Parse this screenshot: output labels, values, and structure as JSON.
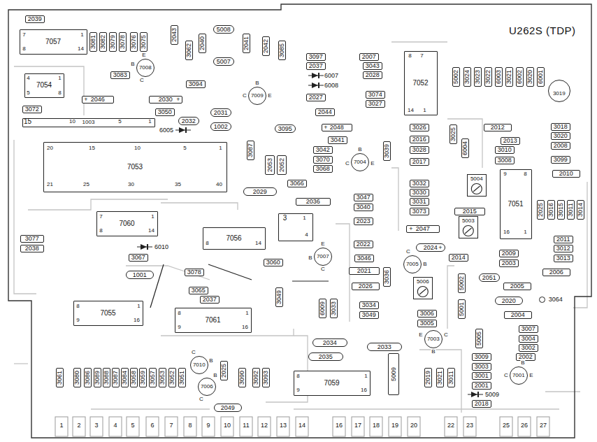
{
  "diagram": {
    "title": "U262S (TDP)",
    "nodes": [
      {
        "text": [
          "2039"
        ]
      },
      {
        "text": [
          "7057",
          "7",
          "1",
          "8",
          "14"
        ]
      },
      {
        "text": [
          "3081"
        ]
      },
      {
        "text": [
          "3082"
        ]
      },
      {
        "text": [
          "3079"
        ]
      },
      {
        "text": [
          "3078"
        ]
      },
      {
        "text": [
          "3076"
        ]
      },
      {
        "text": [
          "3075"
        ]
      },
      {
        "text": [
          "2043"
        ]
      },
      {
        "text": [
          "7008",
          "E",
          "B",
          "C"
        ]
      },
      {
        "text": [
          "3062"
        ]
      },
      {
        "text": [
          "2040"
        ]
      },
      {
        "text": [
          "5008"
        ]
      },
      {
        "text": [
          "5007"
        ]
      },
      {
        "text": [
          "2041"
        ]
      },
      {
        "text": [
          "2042"
        ]
      },
      {
        "text": [
          "3085"
        ]
      },
      {
        "text": [
          "7054",
          "4",
          "1",
          "5",
          "8"
        ]
      },
      {
        "text": [
          "3083"
        ]
      },
      {
        "text": [
          "3094"
        ]
      },
      {
        "text": [
          "2046",
          "+"
        ]
      },
      {
        "text": [
          "2030",
          "+"
        ]
      },
      {
        "text": [
          "7009",
          "B",
          "C",
          "E"
        ]
      },
      {
        "text": [
          "3072"
        ]
      },
      {
        "text": [
          "3050"
        ]
      },
      {
        "text": [
          "2031"
        ]
      },
      {
        "text": [
          "3097"
        ]
      },
      {
        "text": [
          "2037"
        ]
      },
      {
        "text": [
          "6007"
        ]
      },
      {
        "text": [
          "6008"
        ]
      },
      {
        "text": [
          "2027"
        ]
      },
      {
        "text": [
          "2007"
        ]
      },
      {
        "text": [
          "3043"
        ]
      },
      {
        "text": [
          "2028"
        ]
      },
      {
        "text": [
          "3074"
        ]
      },
      {
        "text": [
          "3027"
        ]
      },
      {
        "text": [
          "7052",
          "8",
          "7",
          "14",
          "1"
        ]
      },
      {
        "text": [
          "5002"
        ]
      },
      {
        "text": [
          "3024"
        ]
      },
      {
        "text": [
          "3023"
        ]
      },
      {
        "text": [
          "3022"
        ]
      },
      {
        "text": [
          "6003"
        ]
      },
      {
        "text": [
          "3021"
        ]
      },
      {
        "text": [
          "6002"
        ]
      },
      {
        "text": [
          "3020"
        ]
      },
      {
        "text": [
          "6001"
        ]
      },
      {
        "text": [
          "3019"
        ]
      },
      {
        "text": [
          "15",
          "10",
          "1003",
          "5",
          "1"
        ]
      },
      {
        "text": [
          "6005"
        ]
      },
      {
        "text": [
          "2032"
        ]
      },
      {
        "text": [
          "1002"
        ]
      },
      {
        "text": [
          "3095"
        ]
      },
      {
        "text": [
          "2044"
        ]
      },
      {
        "text": [
          "2048",
          "+"
        ]
      },
      {
        "text": [
          "3026"
        ]
      },
      {
        "text": [
          "2016"
        ]
      },
      {
        "text": [
          "3028"
        ]
      },
      {
        "text": [
          "2017"
        ]
      },
      {
        "text": [
          "3025"
        ]
      },
      {
        "text": [
          "6004"
        ]
      },
      {
        "text": [
          "2012"
        ]
      },
      {
        "text": [
          "2013"
        ]
      },
      {
        "text": [
          "3010"
        ]
      },
      {
        "text": [
          "3008"
        ]
      },
      {
        "text": [
          "3018"
        ]
      },
      {
        "text": [
          "3020"
        ]
      },
      {
        "text": [
          "2008"
        ]
      },
      {
        "text": [
          "3099"
        ]
      },
      {
        "text": [
          "7053",
          "20",
          "15",
          "10",
          "5",
          "1",
          "21",
          "25",
          "30",
          "35",
          "40"
        ]
      },
      {
        "text": [
          "3087"
        ]
      },
      {
        "text": [
          "2053"
        ]
      },
      {
        "text": [
          "2052"
        ]
      },
      {
        "text": [
          "3041"
        ]
      },
      {
        "text": [
          "3042"
        ]
      },
      {
        "text": [
          "3070"
        ]
      },
      {
        "text": [
          "3068"
        ]
      },
      {
        "text": [
          "7004",
          "B",
          "C",
          "E"
        ]
      },
      {
        "text": [
          "3039"
        ]
      },
      {
        "text": [
          "3066"
        ]
      },
      {
        "text": [
          "2029"
        ]
      },
      {
        "text": [
          "2036"
        ]
      },
      {
        "text": [
          "3047"
        ]
      },
      {
        "text": [
          "3040"
        ]
      },
      {
        "text": [
          "3032"
        ]
      },
      {
        "text": [
          "3030"
        ]
      },
      {
        "text": [
          "3031"
        ]
      },
      {
        "text": [
          "3073"
        ]
      },
      {
        "text": [
          "5004"
        ]
      },
      {
        "text": [
          "7051",
          "9",
          "8",
          "16",
          "1"
        ]
      },
      {
        "text": [
          "2010"
        ]
      },
      {
        "text": [
          "2025"
        ]
      },
      {
        "text": [
          "3016"
        ]
      },
      {
        "text": [
          "3015"
        ]
      },
      {
        "text": [
          "3011"
        ]
      },
      {
        "text": [
          "3014"
        ]
      },
      {
        "text": [
          "2015"
        ]
      },
      {
        "text": [
          "7060",
          "7",
          "1",
          "8",
          "14"
        ]
      },
      {
        "text": [
          "3077"
        ]
      },
      {
        "text": [
          "2038"
        ]
      },
      {
        "text": [
          "7056",
          "8",
          "14"
        ]
      },
      {
        "text": [
          "3",
          "1",
          "4"
        ]
      },
      {
        "text": [
          "2023"
        ]
      },
      {
        "text": [
          "2047",
          "+"
        ]
      },
      {
        "text": [
          "5003"
        ]
      },
      {
        "text": [
          "2022"
        ]
      },
      {
        "text": [
          "2024",
          "+"
        ]
      },
      {
        "text": [
          "2014"
        ]
      },
      {
        "text": [
          "2009"
        ]
      },
      {
        "text": [
          "2003"
        ]
      },
      {
        "text": [
          "2011"
        ]
      },
      {
        "text": [
          "3012"
        ]
      },
      {
        "text": [
          "3013"
        ]
      },
      {
        "text": [
          "2006"
        ]
      },
      {
        "text": [
          "6010"
        ]
      },
      {
        "text": [
          "3067"
        ]
      },
      {
        "text": [
          "7007",
          "E",
          "B",
          "C"
        ]
      },
      {
        "text": [
          "3060"
        ]
      },
      {
        "text": [
          "1001"
        ]
      },
      {
        "text": [
          "3078"
        ]
      },
      {
        "text": [
          "3046"
        ]
      },
      {
        "text": [
          "2021"
        ]
      },
      {
        "text": [
          "2026"
        ]
      },
      {
        "text": [
          "3036"
        ]
      },
      {
        "text": [
          "7005",
          "C",
          "B"
        ]
      },
      {
        "text": [
          "2051"
        ]
      },
      {
        "text": [
          "2005"
        ]
      },
      {
        "text": [
          "5006"
        ]
      },
      {
        "text": [
          "5002"
        ]
      },
      {
        "text": [
          "5001"
        ]
      },
      {
        "text": [
          "2020"
        ]
      },
      {
        "text": [
          "3064"
        ]
      },
      {
        "text": [
          "2004"
        ]
      },
      {
        "text": [
          "3065"
        ]
      },
      {
        "text": [
          "2037"
        ]
      },
      {
        "text": [
          "3049"
        ]
      },
      {
        "text": [
          "7055",
          "8",
          "1",
          "9",
          "16"
        ]
      },
      {
        "text": [
          "7061",
          "8",
          "1",
          "9",
          "16"
        ]
      },
      {
        "text": [
          "6009"
        ]
      },
      {
        "text": [
          "3033"
        ]
      },
      {
        "text": [
          "3034"
        ]
      },
      {
        "text": [
          "3049"
        ]
      },
      {
        "text": [
          "3006"
        ]
      },
      {
        "text": [
          "3005"
        ]
      },
      {
        "text": [
          "7003",
          "E",
          "C",
          "B"
        ]
      },
      {
        "text": [
          "5005"
        ]
      },
      {
        "text": [
          "3007"
        ]
      },
      {
        "text": [
          "3004"
        ]
      },
      {
        "text": [
          "3002"
        ]
      },
      {
        "text": [
          "2002"
        ]
      },
      {
        "text": [
          "7001",
          "B",
          "C",
          "E"
        ]
      },
      {
        "text": [
          "3009"
        ]
      },
      {
        "text": [
          "3003"
        ]
      },
      {
        "text": [
          "3001"
        ]
      },
      {
        "text": [
          "2001"
        ]
      },
      {
        "text": [
          "5009"
        ]
      },
      {
        "text": [
          "2018"
        ]
      },
      {
        "text": [
          "2034"
        ]
      },
      {
        "text": [
          "2033"
        ]
      },
      {
        "text": [
          "2035"
        ]
      },
      {
        "text": [
          "5009"
        ]
      },
      {
        "text": [
          "2019"
        ]
      },
      {
        "text": [
          "3021"
        ]
      },
      {
        "text": [
          "3011"
        ]
      },
      {
        "text": [
          "7059",
          "8",
          "1",
          "9",
          "16"
        ]
      },
      {
        "text": [
          "3061"
        ]
      },
      {
        "text": [
          "3080"
        ]
      },
      {
        "text": [
          "3086"
        ]
      },
      {
        "text": [
          "3089"
        ]
      },
      {
        "text": [
          "3088"
        ]
      },
      {
        "text": [
          "3087"
        ]
      },
      {
        "text": [
          "3084"
        ]
      },
      {
        "text": [
          "3058"
        ]
      },
      {
        "text": [
          "3059"
        ]
      },
      {
        "text": [
          "3057"
        ]
      },
      {
        "text": [
          "3053"
        ]
      },
      {
        "text": [
          "3052"
        ]
      },
      {
        "text": [
          "3051"
        ]
      },
      {
        "text": [
          "7010",
          "C",
          "B"
        ]
      },
      {
        "text": [
          "2025"
        ]
      },
      {
        "text": [
          "7006",
          "B",
          "C"
        ]
      },
      {
        "text": [
          "3090"
        ]
      },
      {
        "text": [
          "3092"
        ]
      },
      {
        "text": [
          "3093"
        ]
      },
      {
        "text": [
          "2049"
        ]
      }
    ],
    "labels": [
      "1",
      "2",
      "3",
      "4",
      "5",
      "6",
      "7",
      "8",
      "9",
      "10",
      "11",
      "12",
      "13",
      "14",
      "16",
      "17",
      "18",
      "19",
      "20",
      "22",
      "23",
      "25",
      "26",
      "27"
    ]
  }
}
